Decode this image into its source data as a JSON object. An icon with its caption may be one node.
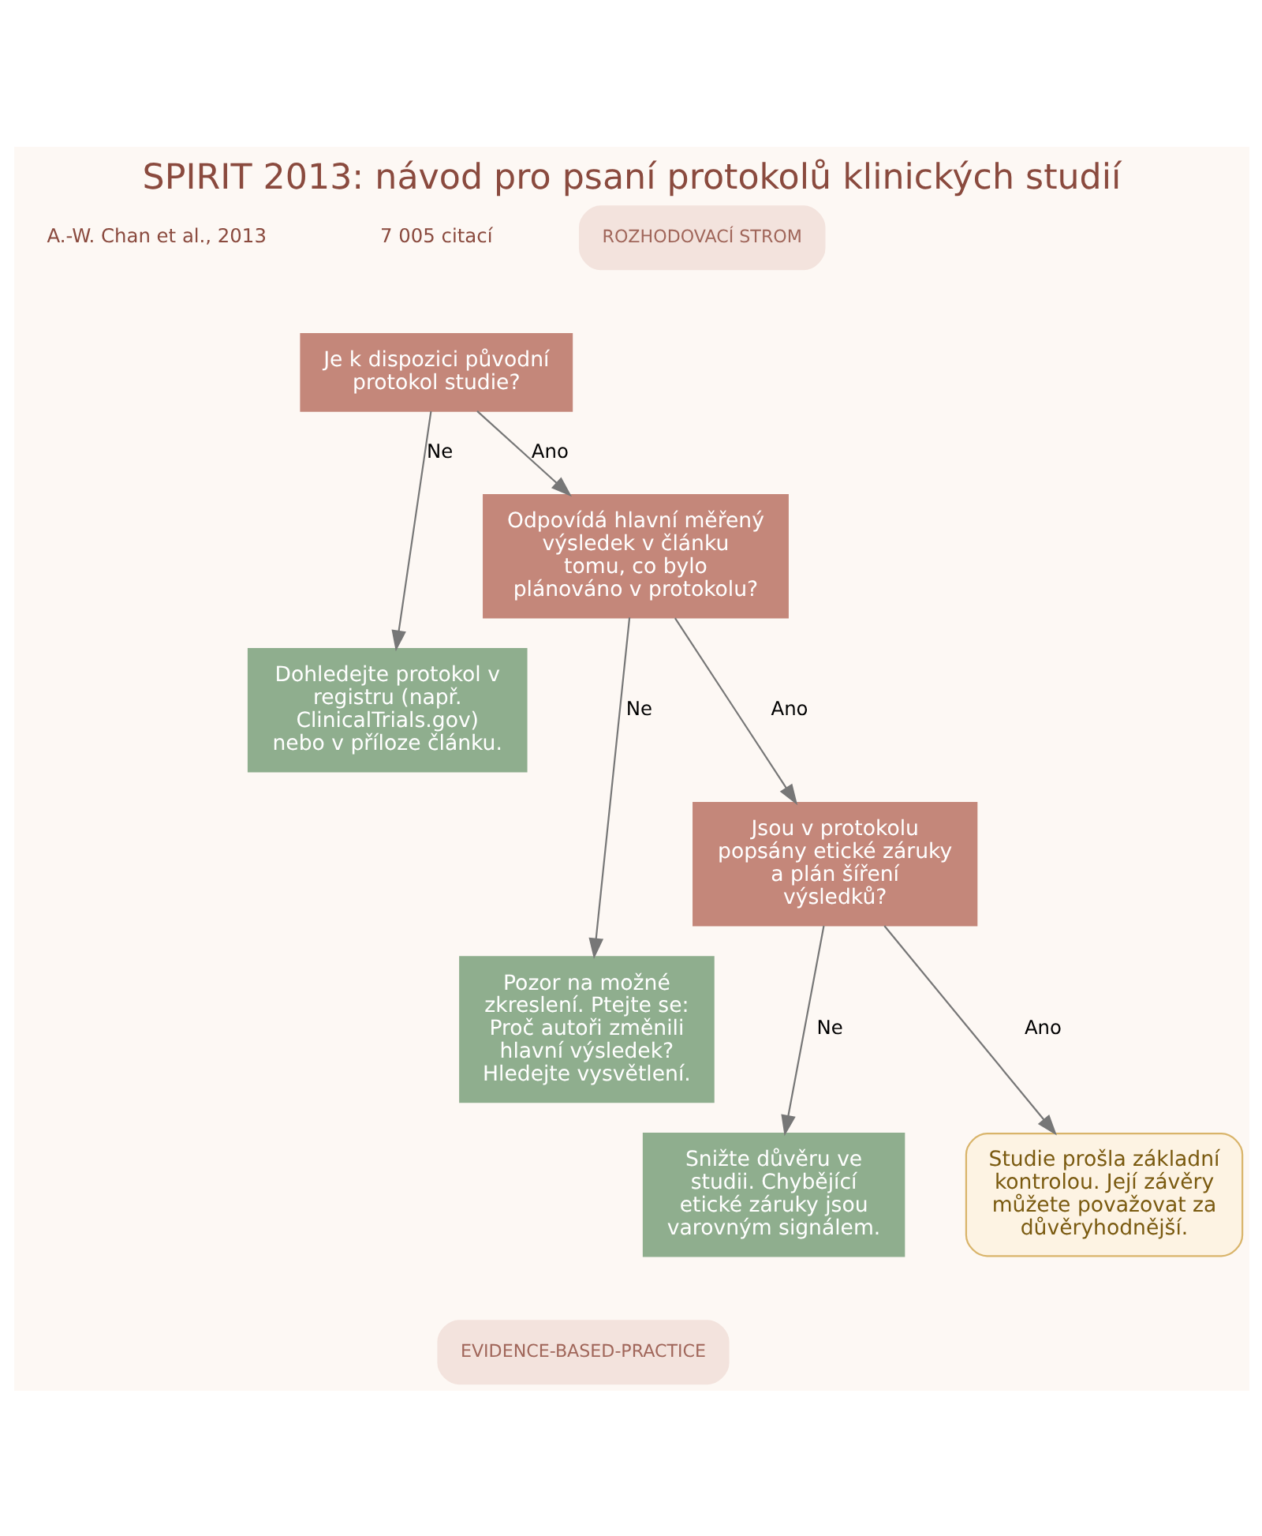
{
  "diagram": {
    "title": "SPIRIT 2013: návod pro psaní protokolů klinických studií",
    "nodes": [
      {
        "text": [
          "Je k dispozici původní protokol studie?"
        ]
      },
      {
        "text": [
          "Dohledejte protokol v registru (např. ClinicalTrials.gov) nebo v příloze článku."
        ]
      },
      {
        "text": [
          "Odpovídá hlavní měřený výsledek v článku tomu, co bylo plánováno v protokolu?"
        ]
      },
      {
        "text": [
          "Pozor na možné zkreslení. Ptejte se: Proč autoři změnili hlavní výsledek? Hledejte vysvětlení."
        ]
      },
      {
        "text": [
          "Jsou v protokolu popsány etické záruky a plán šíření výsledků?"
        ]
      },
      {
        "text": [
          "Snižte důvěru ve studii. Chybějící etické záruky jsou varovným signálem."
        ]
      },
      {
        "text": [
          "Studie prošla základní kontrolou. Její závěry můžete považovat za důvěryhodnější."
        ]
      }
    ],
    "edges": [
      {
        "from": 0,
        "to": 1,
        "arrow": "to",
        "label": "Ne"
      },
      {
        "from": 0,
        "to": 2,
        "arrow": "to",
        "label": "Ano"
      },
      {
        "from": 2,
        "to": 3,
        "arrow": "to",
        "label": "Ne"
      },
      {
        "from": 2,
        "to": 4,
        "arrow": "to",
        "label": "Ano"
      },
      {
        "from": 4,
        "to": 5,
        "arrow": "to",
        "label": "Ne"
      },
      {
        "from": 4,
        "to": 6,
        "arrow": "to",
        "label": "Ano"
      }
    ],
    "labels": [
      "A.-W. Chan et al., 2013",
      "7 005 citací",
      "ROZHODOVACÍ STROM",
      "EVIDENCE-BASED-PRACTICE"
    ]
  }
}
